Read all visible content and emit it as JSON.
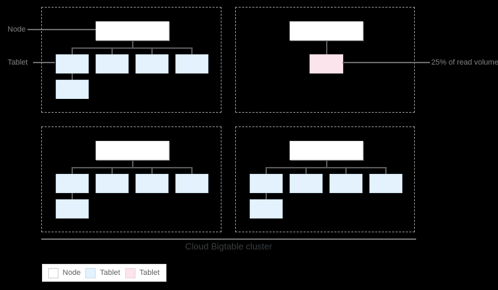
{
  "annotations": {
    "node_label": "Node",
    "tablet_label": "Tablet",
    "read_volume_label": "25% of read volume"
  },
  "cluster": {
    "label": "Cloud Bigtable cluster",
    "nodes": [
      {
        "id": 1,
        "blue_tablets": 5,
        "pink_tablets": 0
      },
      {
        "id": 2,
        "blue_tablets": 0,
        "pink_tablets": 1,
        "note": "25% of read volume"
      },
      {
        "id": 3,
        "blue_tablets": 5,
        "pink_tablets": 0
      },
      {
        "id": 4,
        "blue_tablets": 5,
        "pink_tablets": 0
      }
    ]
  },
  "legend": {
    "items": [
      {
        "label": "Node",
        "swatch_color": "#ffffff"
      },
      {
        "label": "Tablet",
        "swatch_color": "#e3f2fd"
      },
      {
        "label": "Tablet",
        "swatch_color": "#fce4ec"
      }
    ]
  },
  "colors": {
    "background": "#000000",
    "node_fill": "#ffffff",
    "tablet_blue_fill": "#e3f2fd",
    "tablet_pink_fill": "#fce4ec",
    "dashed_border": "#9b9b9b",
    "connector_line": "#595959",
    "pointer_line": "#6b6b6b",
    "cluster_line": "#757575",
    "annotation_text": "#828282",
    "cluster_text": "#3a3e41",
    "legend_text": "#616161"
  }
}
